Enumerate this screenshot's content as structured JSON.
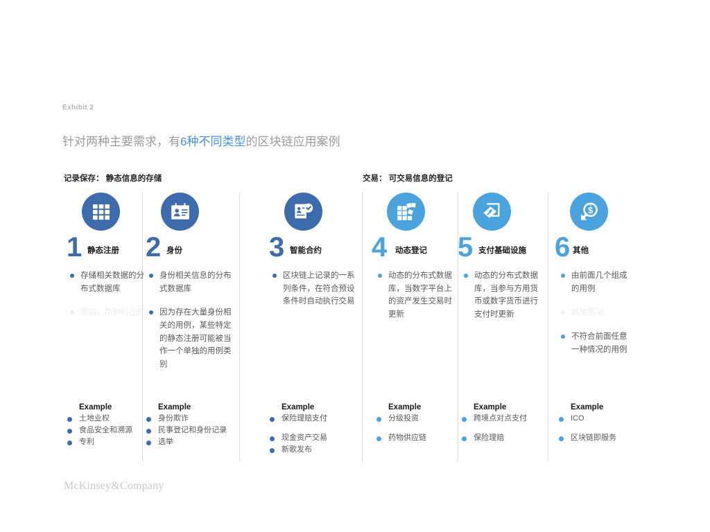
{
  "exhibit": {
    "label": "Exhibit 2"
  },
  "headline": {
    "pre": "针对两种主要需求，有",
    "highlight": "6种不同类型",
    "post": "的区块链应用案例"
  },
  "groups": [
    {
      "name": "group-record-keeping",
      "title": "记录保存：",
      "subtitle": "静态信息的存储"
    },
    {
      "name": "group-transactions",
      "title": "交易：",
      "subtitle": "可交易信息的登记"
    }
  ],
  "colors": {
    "dark_blue": "#3d6bab",
    "light_blue": "#4ba3dd",
    "headline_highlight": "#4a90d9",
    "body_text": "#5a5a5a",
    "divider": "#d9d9d9"
  },
  "columns": [
    {
      "number": "1",
      "title": "静态注册",
      "icon": "grid-table-icon",
      "accent": "#3d6bab",
      "bullets": [
        {
          "text": "存储相关数据的分布式数据库",
          "faint": false
        },
        {
          "text": "例如，用例和应用",
          "faint": true
        }
      ],
      "example_title": "Example",
      "examples": [
        {
          "text": "土地业权",
          "gap": false
        },
        {
          "text": "食品安全和溯源",
          "gap": false
        },
        {
          "text": "专利",
          "gap": false
        }
      ]
    },
    {
      "number": "2",
      "title": "身份",
      "icon": "id-badge-icon",
      "accent": "#3d6bab",
      "bullets": [
        {
          "text": "身份相关信息的分布式数据库",
          "faint": false
        },
        {
          "text": "因为存在大量身份相关的用例，某些特定的静态注册可能被当作一个单独的用例类别",
          "faint": false
        }
      ],
      "example_title": "Example",
      "examples": [
        {
          "text": "身份欺诈",
          "gap": false
        },
        {
          "text": "民事登记和身份记录",
          "gap": false
        },
        {
          "text": "选举",
          "gap": false
        }
      ]
    },
    {
      "number": "3",
      "title": "智能合约",
      "icon": "smart-contract-icon",
      "accent": "#3d6bab",
      "bullets": [
        {
          "text": "区块链上记录的一系列条件，在符合预设条件时自动执行交易",
          "faint": false
        }
      ],
      "example_title": "Example",
      "examples": [
        {
          "text": "保险理赔支付",
          "gap": false
        },
        {
          "text": "现金资产交易",
          "gap": true
        },
        {
          "text": "新歌发布",
          "gap": false
        }
      ]
    },
    {
      "number": "4",
      "title": "动态登记",
      "icon": "dynamic-registry-icon",
      "accent": "#4ba3dd",
      "bullets": [
        {
          "text": "动态的分布式数据库，当数字平台上的资产发生交易时更新",
          "faint": false
        }
      ],
      "example_title": "Example",
      "examples": [
        {
          "text": "分级投资",
          "gap": false
        },
        {
          "text": "药物供应链",
          "gap": true
        }
      ]
    },
    {
      "number": "5",
      "title": "支付基础设施",
      "icon": "payment-terminal-icon",
      "accent": "#4ba3dd",
      "bullets": [
        {
          "text": "动态的分布式数据库，当参与方用货币或数字货币进行支付时更新",
          "faint": false
        }
      ],
      "example_title": "Example",
      "examples": [
        {
          "text": "跨境点对点支付",
          "gap": false
        },
        {
          "text": "保险理赔",
          "gap": true
        }
      ]
    },
    {
      "number": "6",
      "title": "其他",
      "icon": "dollar-search-icon",
      "accent": "#4ba3dd",
      "bullets": [
        {
          "text": "由前面几个组成的用例",
          "faint": false
        },
        {
          "text": "其他情况",
          "faint": true
        },
        {
          "text": "不符合前面任意一种情况的用例",
          "faint": false
        }
      ],
      "example_title": "Example",
      "examples": [
        {
          "text": "ICO",
          "gap": false
        },
        {
          "text": "区块链即服务",
          "gap": true
        }
      ]
    }
  ],
  "footer": {
    "logo": "McKinsey&Company"
  }
}
